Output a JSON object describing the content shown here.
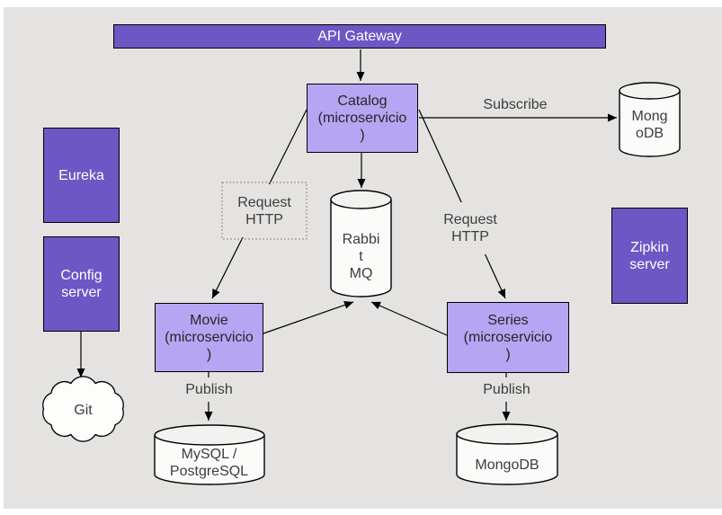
{
  "canvas": {
    "background": "#e4e3e1",
    "page_background": "#ffffff"
  },
  "colors": {
    "node_dark_fill": "#6c57c5",
    "node_light_fill": "#b5a5f2",
    "node_border": "#000000",
    "cylinder_fill": "#fbfbfa",
    "cylinder_top_fill": "#f2f2f0",
    "text_on_dark": "#ffffff",
    "text_on_light": "#262626",
    "label_text": "#3d3d3d"
  },
  "nodes": {
    "api_gateway": {
      "label": "API Gateway",
      "shape": "bar"
    },
    "eureka": {
      "label": "Eureka",
      "shape": "rect"
    },
    "config_server": {
      "label": "Config\nserver",
      "shape": "rect"
    },
    "git": {
      "label": "Git",
      "shape": "cloud"
    },
    "catalog": {
      "label": "Catalog\n(microservicio\n)",
      "shape": "rect"
    },
    "mongodb_top": {
      "label": "Mong\noDB",
      "shape": "cylinder"
    },
    "rabbitmq": {
      "label": "Rabbi\nt\nMQ",
      "shape": "cylinder"
    },
    "zipkin_server": {
      "label": "Zipkin\nserver",
      "shape": "rect"
    },
    "movie": {
      "label": "Movie\n(microservicio\n)",
      "shape": "rect"
    },
    "series": {
      "label": "Series\n(microservicio\n)",
      "shape": "rect"
    },
    "mysql_postgresql": {
      "label": "MySQL /\nPostgreSQL",
      "shape": "cylinder"
    },
    "mongodb_bottom": {
      "label": "MongoDB",
      "shape": "cylinder"
    }
  },
  "edge_labels": {
    "subscribe": "Subscribe",
    "request_http_left": "Request\nHTTP",
    "request_http_right": "Request\nHTTP",
    "publish_left": "Publish",
    "publish_right": "Publish"
  }
}
